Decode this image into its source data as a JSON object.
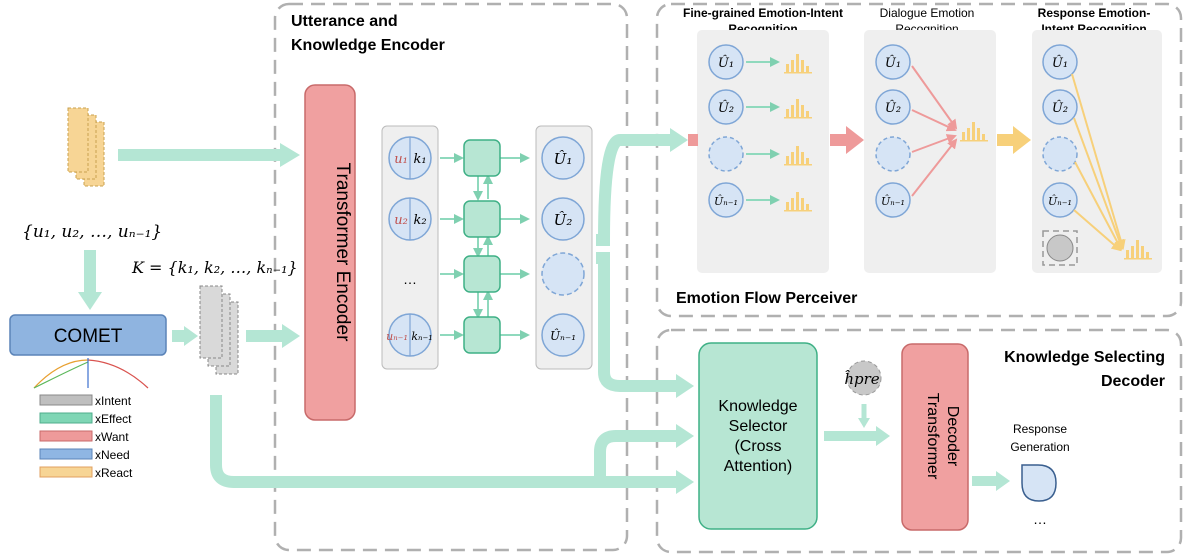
{
  "encoder_section": {
    "title_line1": "Utterance and",
    "title_line2": "Knowledge Encoder"
  },
  "inputs": {
    "utterance_set": "{u₁, u₂, …, uₙ₋₁}",
    "knowledge_set": "K = {k₁, k₂, …, kₙ₋₁}"
  },
  "comet": {
    "label": "COMET",
    "legend": [
      "xIntent",
      "xEffect",
      "xWant",
      "xNeed",
      "xReact"
    ],
    "legend_colors": [
      "#bfbfbf",
      "#7fd6b5",
      "#ee9a9a",
      "#8fb6e3",
      "#f7d595"
    ]
  },
  "transformer_encoder": {
    "label": "Transformer Encoder"
  },
  "encoder_inputs": {
    "rows": [
      {
        "u": "u₁",
        "k": "k₁"
      },
      {
        "u": "u₂",
        "k": "k₂"
      },
      {
        "ellipsis": "…"
      },
      {
        "u": "uₙ₋₁",
        "k": "kₙ₋₁"
      }
    ]
  },
  "encoder_outputs": [
    "Û₁",
    "Û₂",
    "",
    "Ûₙ₋₁"
  ],
  "emotion_flow": {
    "title": "Emotion Flow Perceiver",
    "col1_title_line1": "Fine-grained Emotion-Intent",
    "col1_title_line2": "Recognition",
    "col2_title_line1": "Dialogue Emotion",
    "col2_title_line2": "Recognition",
    "col3_title_line1": "Response Emotion-",
    "col3_title_line2": "Intent Recognition",
    "utterances": [
      "Û₁",
      "Û₂",
      "",
      "Ûₙ₋₁"
    ]
  },
  "decoder_section": {
    "title_line1": "Knowledge Selecting",
    "title_line2": "Decoder",
    "selector_lines": [
      "Knowledge",
      "Selector",
      "(Cross",
      "Attention)"
    ],
    "h_pre": "ĥpre",
    "transformer_decoder_line1": "Transformer",
    "transformer_decoder_line2": "Decoder",
    "response_line1": "Response",
    "response_line2": "Generation",
    "response_ellipsis": "…"
  },
  "colors": {
    "green_arrow": "#b4e6d4",
    "red_box": "#f0a0a0",
    "blue_circle": "#d6e4f5",
    "yellow_bar": "#f7d07a",
    "comet_blue": "#8fb4e0",
    "green_box": "#b7e6d3"
  }
}
